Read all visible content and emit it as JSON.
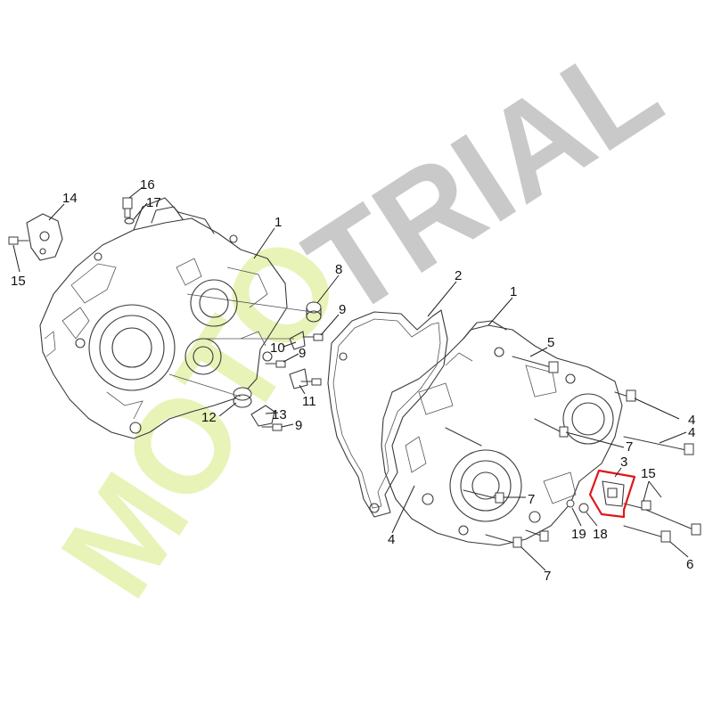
{
  "watermark": {
    "word_1": "MOTO",
    "word_2": "TRIAL",
    "colors": {
      "moto": "#e8f3b8",
      "trial": "#c9c9c9"
    }
  },
  "highlight_color": "#e0161c",
  "callouts": {
    "c1a": "1",
    "c1b": "1",
    "c2": "2",
    "c3": "3",
    "c4a": "4",
    "c4b": "4",
    "c4c": "4",
    "c5": "5",
    "c6": "6",
    "c7a": "7",
    "c7b": "7",
    "c7c": "7",
    "c8": "8",
    "c9a": "9",
    "c9b": "9",
    "c9c": "9",
    "c10": "10",
    "c11": "11",
    "c12": "12",
    "c13": "13",
    "c14": "14",
    "c15a": "15",
    "c15b": "15",
    "c16": "16",
    "c17": "17",
    "c18": "18",
    "c19": "19"
  }
}
